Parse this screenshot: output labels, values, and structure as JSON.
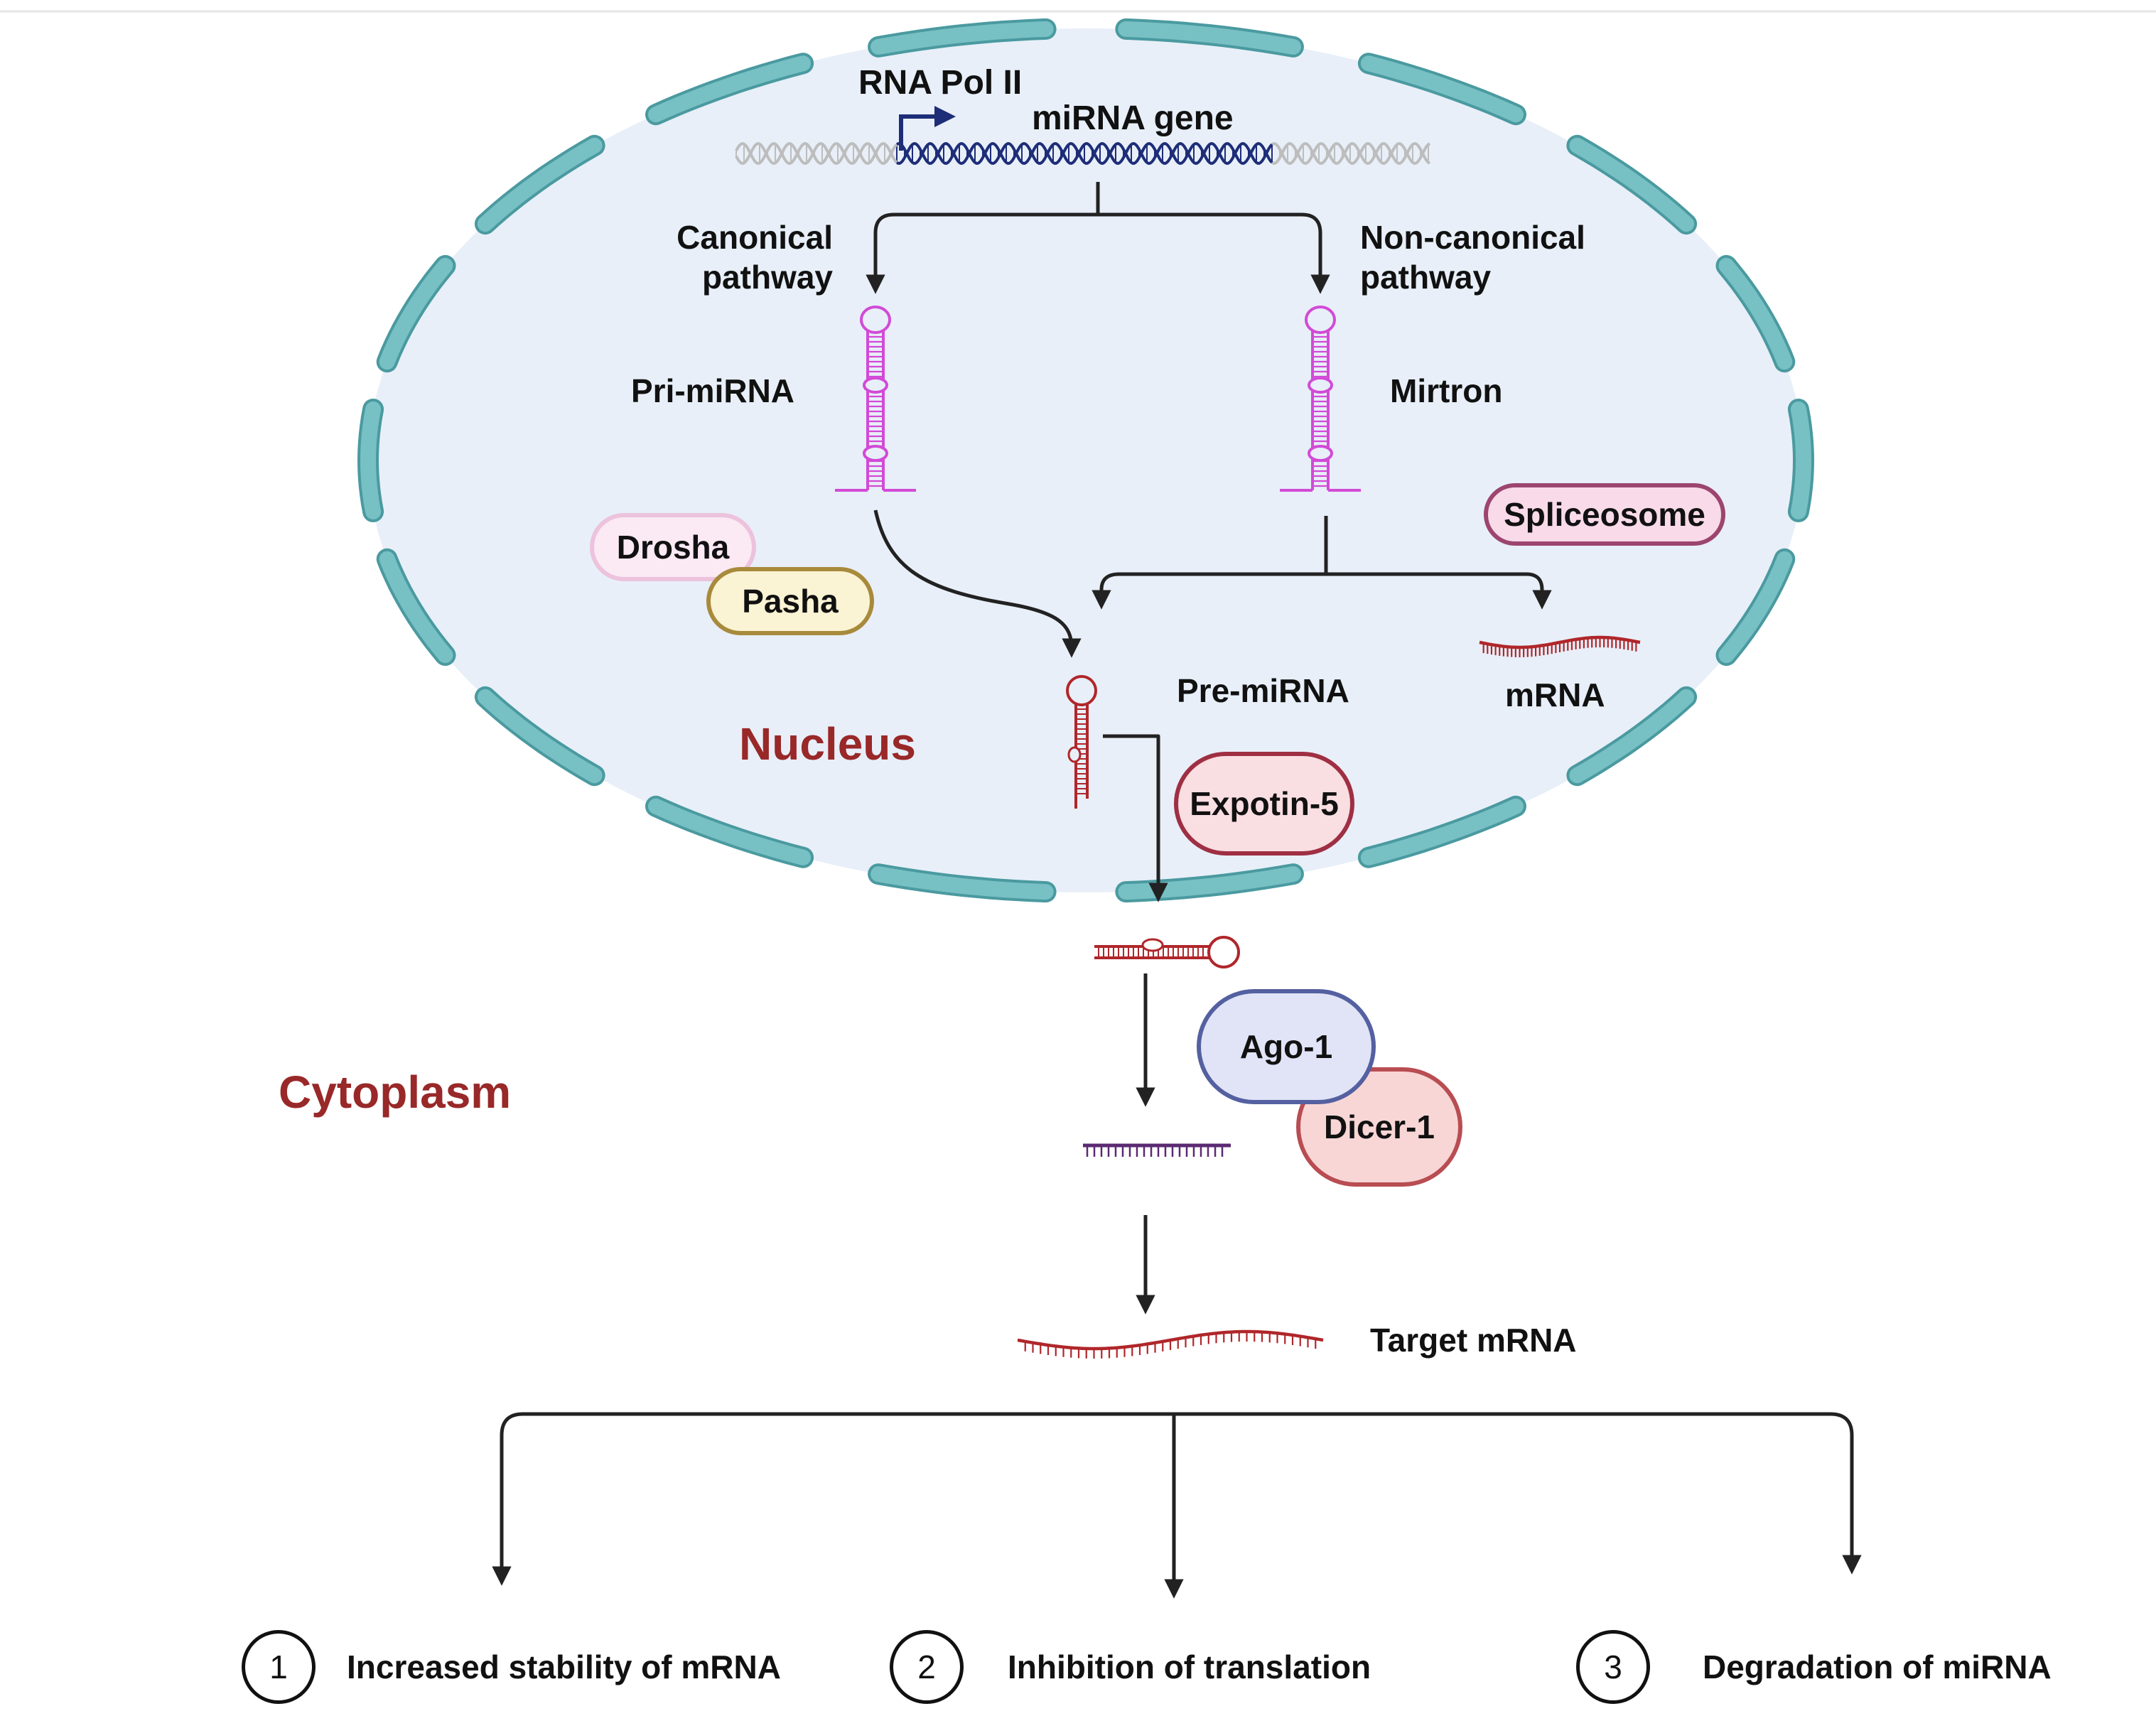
{
  "labels": {
    "rna_pol": "RNA Pol II",
    "gene": "miRNA gene",
    "canonical": "Canonical\npathway",
    "noncanonical": "Non-canonical\npathway",
    "pri_mirna": "Pri-miRNA",
    "mirtron": "Mirtron",
    "pre_mirna": "Pre-miRNA",
    "mrna": "mRNA",
    "target_mrna": "Target mRNA",
    "nucleus": "Nucleus",
    "cytoplasm": "Cytoplasm"
  },
  "proteins": {
    "drosha": "Drosha",
    "pasha": "Pasha",
    "spliceosome": "Spliceosome",
    "exportin": "Expotin-5",
    "ago": "Ago-1",
    "dicer": "Dicer-1"
  },
  "outcomes": [
    {
      "number": "1",
      "text": "Increased stability of mRNA"
    },
    {
      "number": "2",
      "text": "Inhibition of translation"
    },
    {
      "number": "3",
      "text": "Degradation of miRNA"
    }
  ],
  "colors": {
    "nucleus_fill": "#e8eff8",
    "envelope": "#77c0c3",
    "region_label": "#992828",
    "pri_mirna": "#d24ad7",
    "pre_mirna": "#b0262a",
    "mature_mirna": "#5b2a72",
    "dna_active": "#1d2d78",
    "dna_inactive": "#bdbdbd",
    "arrow": "#222222"
  }
}
